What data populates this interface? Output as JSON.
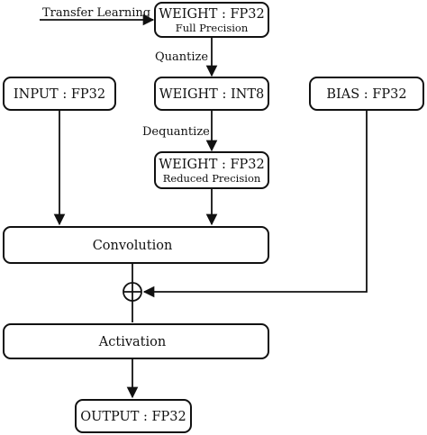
{
  "diagram": {
    "transfer_label": "Transfer Learning",
    "weight_fp32": {
      "title": "WEIGHT : FP32",
      "subtitle": "Full Precision"
    },
    "quantize_label": "Quantize",
    "input": "INPUT : FP32",
    "weight_int8": "WEIGHT : INT8",
    "bias": "BIAS : FP32",
    "dequantize_label": "Dequantize",
    "weight_reduced": {
      "title": "WEIGHT : FP32",
      "subtitle": "Reduced Precision"
    },
    "convolution": "Convolution",
    "activation": "Activation",
    "output": "OUTPUT : FP32"
  }
}
